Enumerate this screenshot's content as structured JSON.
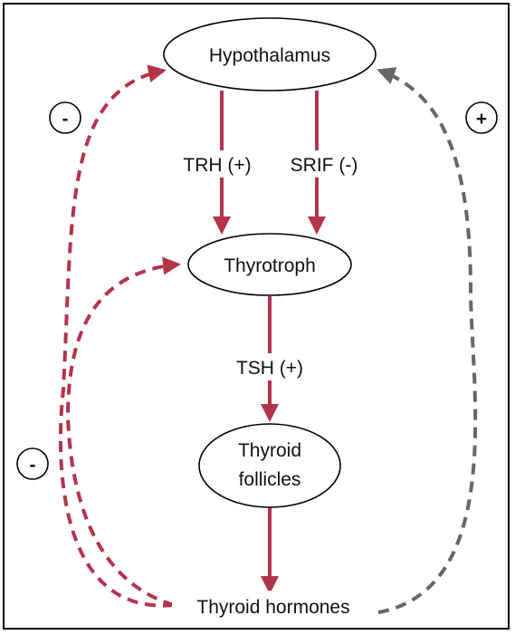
{
  "nodes": {
    "hypothalamus": "Hypothalamus",
    "thyrotroph": "Thyrotroph",
    "thyroid_follicles_line1": "Thyroid",
    "thyroid_follicles_line2": "follicles",
    "thyroid_hormones": "Thyroid hormones"
  },
  "edges": {
    "trh": "TRH (+)",
    "srif": "SRIF (-)",
    "tsh": "TSH (+)"
  },
  "feedback_signs": {
    "hypothalamus_negative": "-",
    "hypothalamus_positive": "+",
    "thyrotroph_negative": "-"
  },
  "colors": {
    "stimulatory_path": "#b3344a",
    "positive_feedback": "#666666"
  }
}
